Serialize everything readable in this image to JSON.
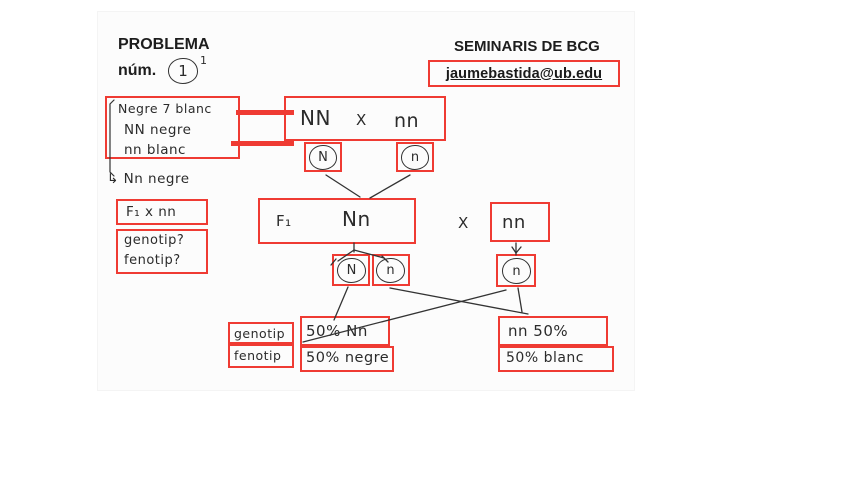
{
  "page": {
    "title_line1": "PROBLEMA",
    "title_line2": "núm.",
    "problem_number": "1",
    "problem_superscript": "1",
    "seminar_title": "SEMINARIS DE BCG",
    "email": "jaumebastida@ub.edu"
  },
  "premises": {
    "rule_dominance": "Negre 7 blanc",
    "genotype_black": "NN  negre",
    "genotype_white": "nn  blanc",
    "derived": "↳ Nn  negre"
  },
  "questions": {
    "cross_label": "F₁ x nn",
    "genotype_q": "genotip?",
    "phenotype_q": "fenotip?"
  },
  "parental_cross": {
    "parent_left": "NN",
    "operator": "X",
    "parent_right": "nn",
    "gamete_left": "N",
    "gamete_right": "n"
  },
  "f1_cross": {
    "generation_label": "F₁",
    "genotype": "Nn",
    "operator": "X",
    "partner": "nn",
    "gamete_f1_left": "N",
    "gamete_f1_right": "n",
    "gamete_partner": "n"
  },
  "results": {
    "genotype_label": "genotip",
    "phenotype_label": "fenotip",
    "genotype_left": "50% Nn",
    "phenotype_left": "50% negre",
    "genotype_right": "nn 50%",
    "phenotype_right": "50% blanc"
  },
  "colors": {
    "annotation_red": "#ef3b33",
    "ink": "#2b2b2b",
    "page": "#fcfcfc"
  }
}
